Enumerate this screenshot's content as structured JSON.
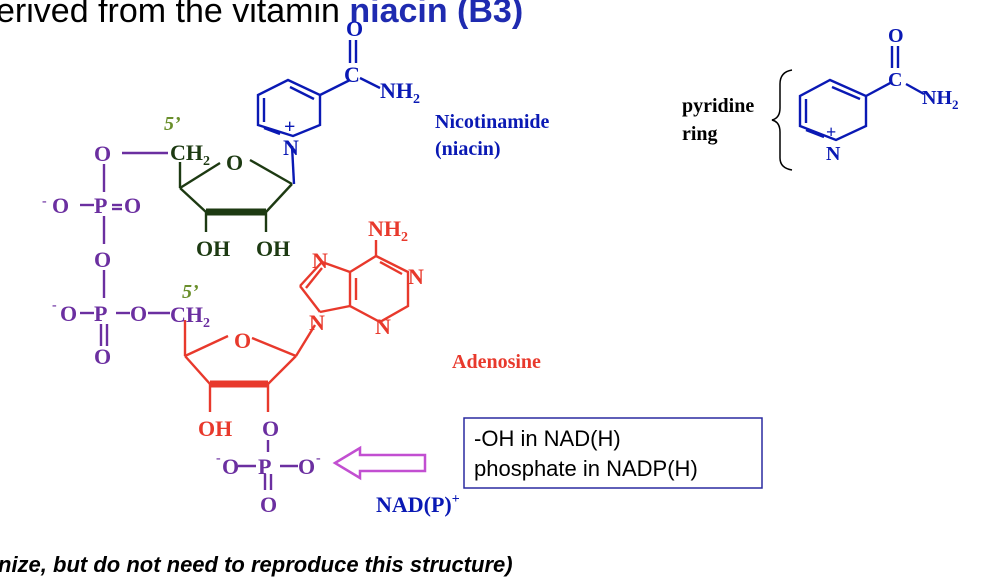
{
  "header": {
    "prefix": "erived from the vitamin ",
    "highlight": "niacin (B3)"
  },
  "footer": {
    "note": "nize, but do not need to reproduce this structure)"
  },
  "labels": {
    "nicotinamide": "Nicotinamide",
    "niacin": "(niacin)",
    "adenosine": "Adenosine",
    "nadp": "NAD(P)",
    "nadp_sup": "+",
    "pyridine": "pyridine",
    "ring": "ring"
  },
  "callout": {
    "line1": "-OH in NAD(H)",
    "line2": "phosphate in NADP(H)"
  },
  "atoms": {
    "O": "O",
    "C": "C",
    "N": "N",
    "H": "H",
    "P": "P",
    "NH2": "NH",
    "sub2": "2",
    "OH": "OH",
    "CH2": "CH",
    "plus": "+",
    "neg": "-",
    "five_prime": "5’"
  },
  "colors": {
    "blue": "#0a19b4",
    "green": "#6a8f2b",
    "dark_green": "#1d3a12",
    "purple": "#6b2fa0",
    "red": "#e8392c",
    "arrow": "#c24fd1",
    "highlight": "#1f2bb0"
  }
}
